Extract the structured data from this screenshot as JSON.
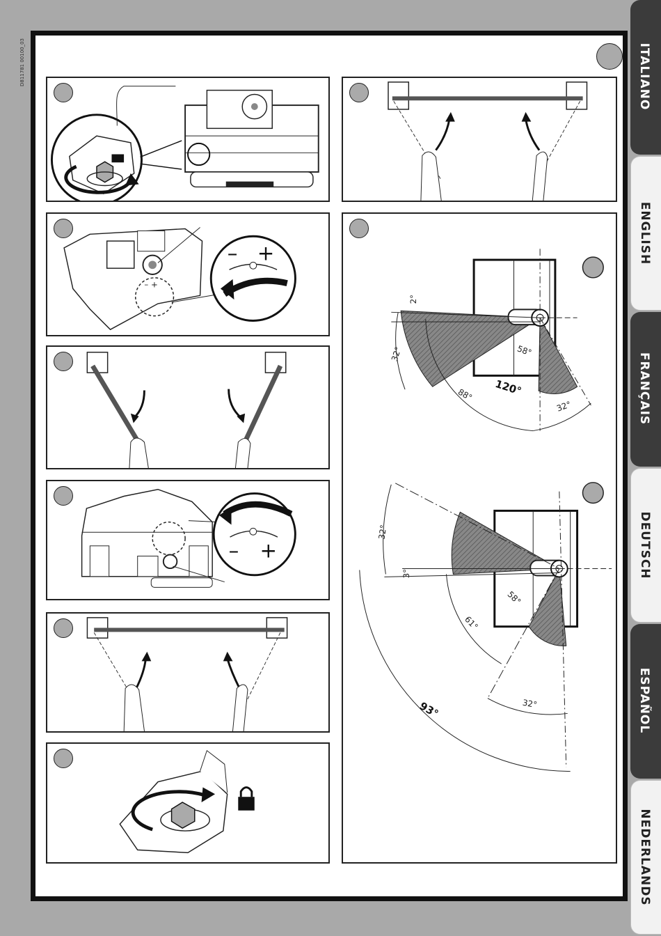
{
  "document_code": "D811781 00100_03",
  "language_tabs": [
    {
      "label": "ITALIANO",
      "active": true
    },
    {
      "label": "ENGLISH",
      "active": false
    },
    {
      "label": "FRANÇAIS",
      "active": true
    },
    {
      "label": "DEUTSCH",
      "active": false
    },
    {
      "label": "ESPAÑOL",
      "active": true
    },
    {
      "label": "NEDERLANDS",
      "active": false
    }
  ],
  "angles_top": {
    "a1": "2°",
    "a2": "32°",
    "a3": "88°",
    "a4": "120°",
    "a5": "58°",
    "a6": "32°"
  },
  "angles_bottom": {
    "b1": "32°",
    "b2": "3°",
    "b3": "58°",
    "b4": "61°",
    "b5": "93°",
    "b6": "32°"
  },
  "colors": {
    "frame": "#111111",
    "background": "#a9a9a9",
    "step_marker": "#aaaaaa",
    "tab_dark": "#3b3b3b",
    "tab_light": "#f2f2f2"
  }
}
